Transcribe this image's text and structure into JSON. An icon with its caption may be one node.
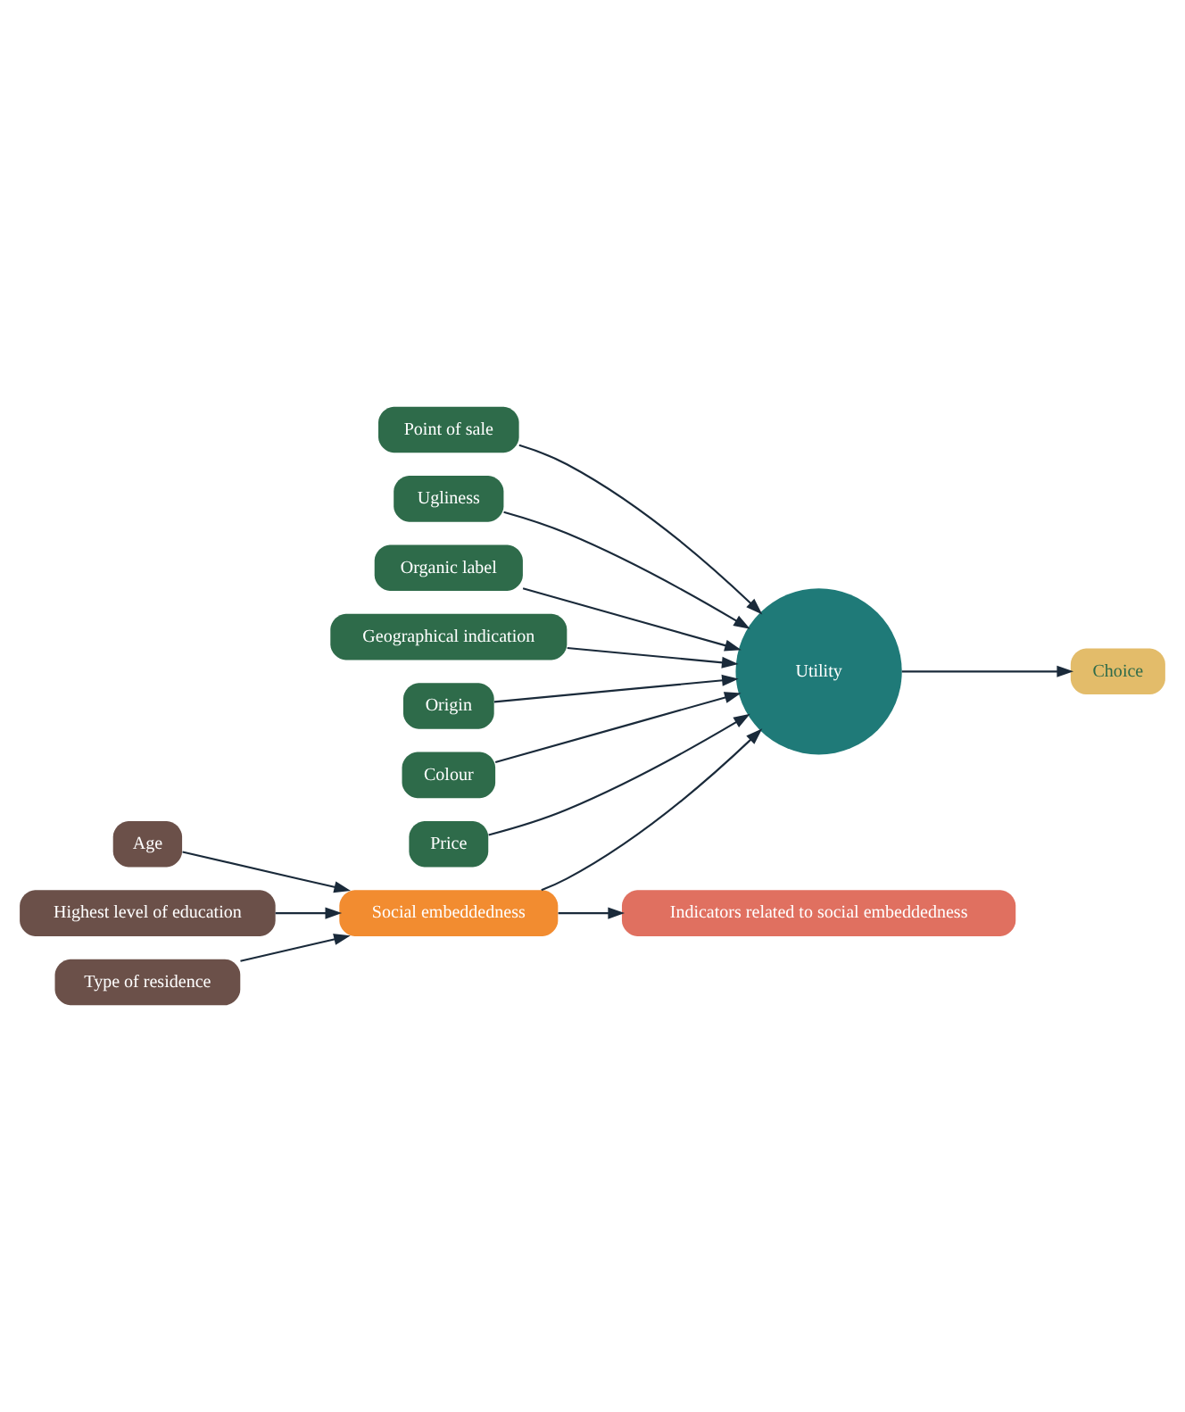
{
  "diagram": {
    "nodes": [
      {
        "text": [
          "Choice"
        ]
      },
      {
        "text": [
          "Point of sale"
        ]
      },
      {
        "text": [
          "Ugliness"
        ]
      },
      {
        "text": [
          "Organic label"
        ]
      },
      {
        "text": [
          "Geographical indication"
        ]
      },
      {
        "text": [
          "Origin"
        ]
      },
      {
        "text": [
          "Colour"
        ]
      },
      {
        "text": [
          "Price"
        ]
      },
      {
        "text": [
          "Utility"
        ]
      },
      {
        "text": [
          "Age"
        ]
      },
      {
        "text": [
          "Highest level of education"
        ]
      },
      {
        "text": [
          "Type of residence"
        ]
      },
      {
        "text": [
          "Social embeddedness"
        ]
      },
      {
        "text": [
          "Indicators related to social embeddedness"
        ]
      }
    ],
    "edges": [
      {
        "from": 1,
        "to": 8,
        "arrow": "to"
      },
      {
        "from": 2,
        "to": 8,
        "arrow": "to"
      },
      {
        "from": 3,
        "to": 8,
        "arrow": "to"
      },
      {
        "from": 4,
        "to": 8,
        "arrow": "to"
      },
      {
        "from": 5,
        "to": 8,
        "arrow": "to"
      },
      {
        "from": 6,
        "to": 8,
        "arrow": "to"
      },
      {
        "from": 7,
        "to": 8,
        "arrow": "to"
      },
      {
        "from": 8,
        "to": 0,
        "arrow": "to"
      },
      {
        "from": 12,
        "to": 8,
        "arrow": "to"
      },
      {
        "from": 9,
        "to": 12,
        "arrow": "to"
      },
      {
        "from": 10,
        "to": 12,
        "arrow": "to"
      },
      {
        "from": 11,
        "to": 12,
        "arrow": "to"
      },
      {
        "from": 12,
        "to": 13,
        "arrow": "to"
      }
    ]
  }
}
